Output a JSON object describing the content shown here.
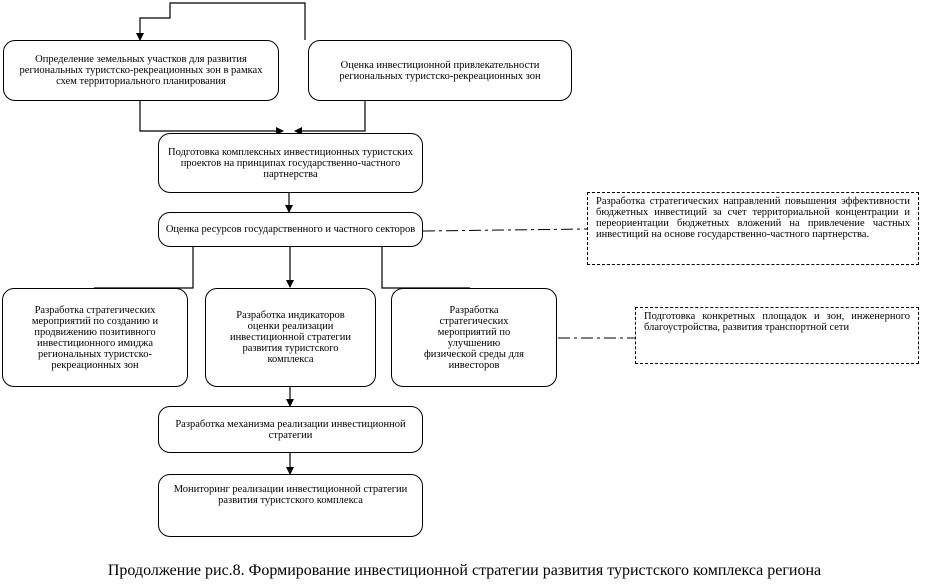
{
  "boxes": {
    "land_selection": "Определение земельных участков для развития региональных туристско-рекреационных зон в рамках схем территориального планирования",
    "attractiveness": "Оценка инвестиционной привлекательности региональных туристско-рекреационных зон",
    "projects": "Подготовка комплексных инвестиционных туристских проектов на принципах государственно-частного партнерства",
    "resources": "Оценка ресурсов государственного и частного секторов",
    "image": "Разработка стратегических мероприятий по созданию и продвижению позитивного инвестиционного имиджа региональных туристско-рекреационных зон",
    "indicators": "Разработка индикаторов оценки реализации инвестиционной стратегии развития туристского комплекса",
    "environment": "Разработка стратегических мероприятий по улучшению физической среды для инвесторов",
    "mechanism": "Разработка механизма реализации инвестиционной стратегии",
    "monitoring": "Мониторинг реализации инвестиционной стратегии развития туристского комплекса"
  },
  "notes": {
    "budget": "Разработка стратегических направлений повышения эффективности бюджетных инвестиций за счет территориальной концентрации и переориентации бюджетных вложений на привлечение частных инвестиций на основе государственно-частного партнерства.",
    "sites": "Подготовка конкретных площадок и зон, инженерного благоустройства, развития транспортной сети"
  },
  "caption": "Продолжение рис.8. Формирование инвестиционной стратегии развития туристского комплекса региона"
}
